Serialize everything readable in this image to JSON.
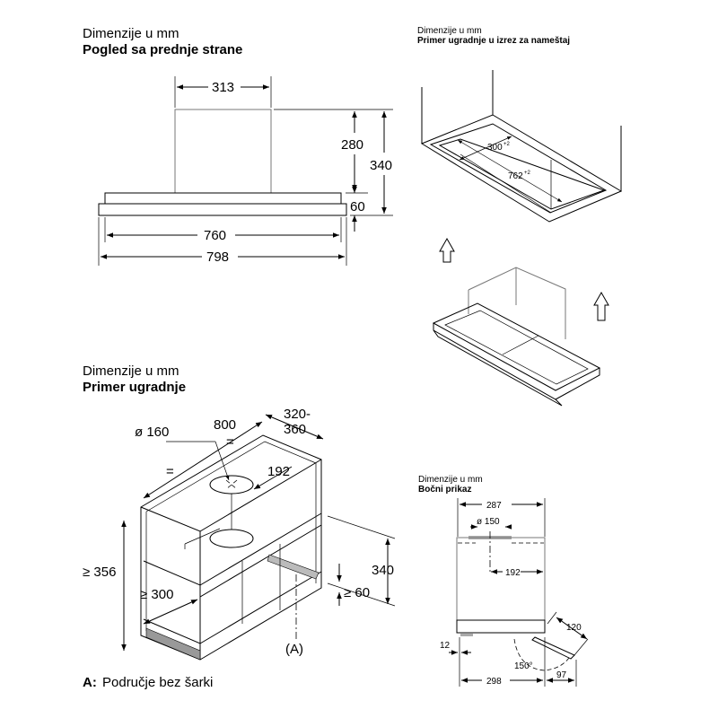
{
  "front_view": {
    "subtitle": "Dimenzije u mm",
    "title": "Pogled sa prednje strane",
    "dims": {
      "chimney_width": "313",
      "chimney_height": "280",
      "total_height": "340",
      "canopy_height": "60",
      "inner_width": "760",
      "total_width": "798"
    }
  },
  "cutout_view": {
    "subtitle": "Dimenzije u mm",
    "title": "Primer ugradnje u izrez za nameštaj",
    "dims": {
      "depth": "300",
      "depth_tol": "+2",
      "width": "762",
      "width_tol": "+2"
    }
  },
  "install_view": {
    "subtitle": "Dimenzije u mm",
    "title": "Primer ugradnje",
    "dims": {
      "diameter": "ø 160",
      "width": "800",
      "depth": "320-",
      "depth2": "360",
      "equal1": "=",
      "equal2": "=",
      "offset": "192",
      "min_height": "≥ 356",
      "min_depth": "≥ 300",
      "height": "340",
      "min_gap": "≥ 60",
      "area_marker": "(A)"
    },
    "legend_key": "A:",
    "legend_text": "Područje bez šarki"
  },
  "side_view": {
    "subtitle": "Dimenzije u mm",
    "title": "Bočni prikaz",
    "dims": {
      "width": "287",
      "diameter": "ø 150",
      "offset": "192",
      "front": "12",
      "bottom": "298",
      "flap_overhang": "97",
      "flap_length": "120",
      "angle": "150°"
    }
  }
}
